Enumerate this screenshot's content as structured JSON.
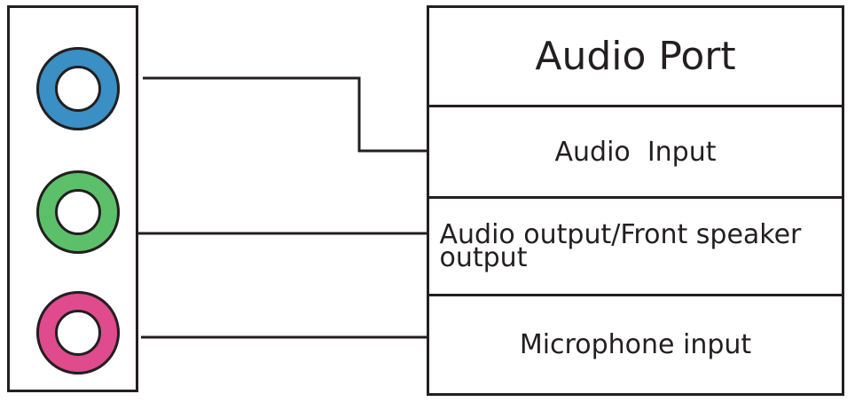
{
  "diagram": {
    "header": "Audio Port",
    "ports": [
      {
        "label": "Audio  Input",
        "color": "#3a8fc4"
      },
      {
        "label": "Audio output/Front speaker output",
        "color": "#5cc06a"
      },
      {
        "label": "Microphone input",
        "color": "#df4b8d"
      }
    ],
    "line_color": "#231f20"
  }
}
